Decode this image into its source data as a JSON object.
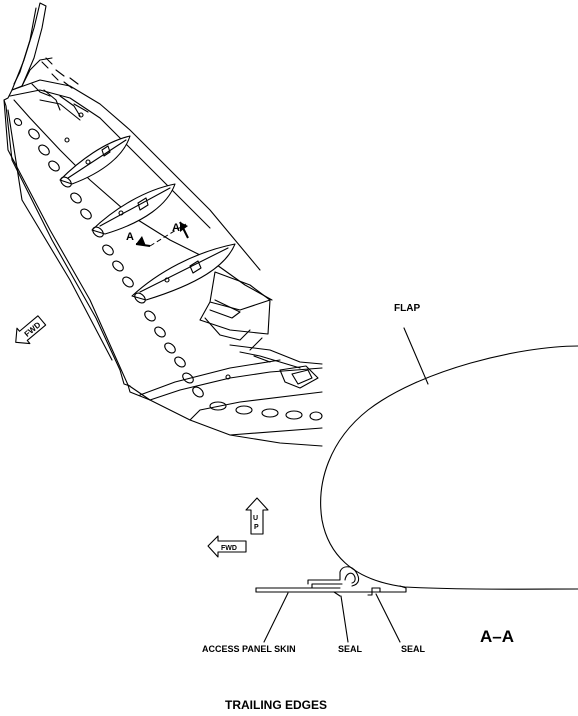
{
  "labels": {
    "flap": "FLAP",
    "access_panel_skin": "ACCESS PANEL SKIN",
    "seal_1": "SEAL",
    "seal_2": "SEAL",
    "section_id": "A–A",
    "cut_marker_1": "A",
    "cut_marker_2": "A",
    "caption": "TRAILING EDGES"
  },
  "direction_arrows": {
    "fwd_wing": "FWD",
    "fwd_section": "FWD",
    "up_section": "UP"
  }
}
